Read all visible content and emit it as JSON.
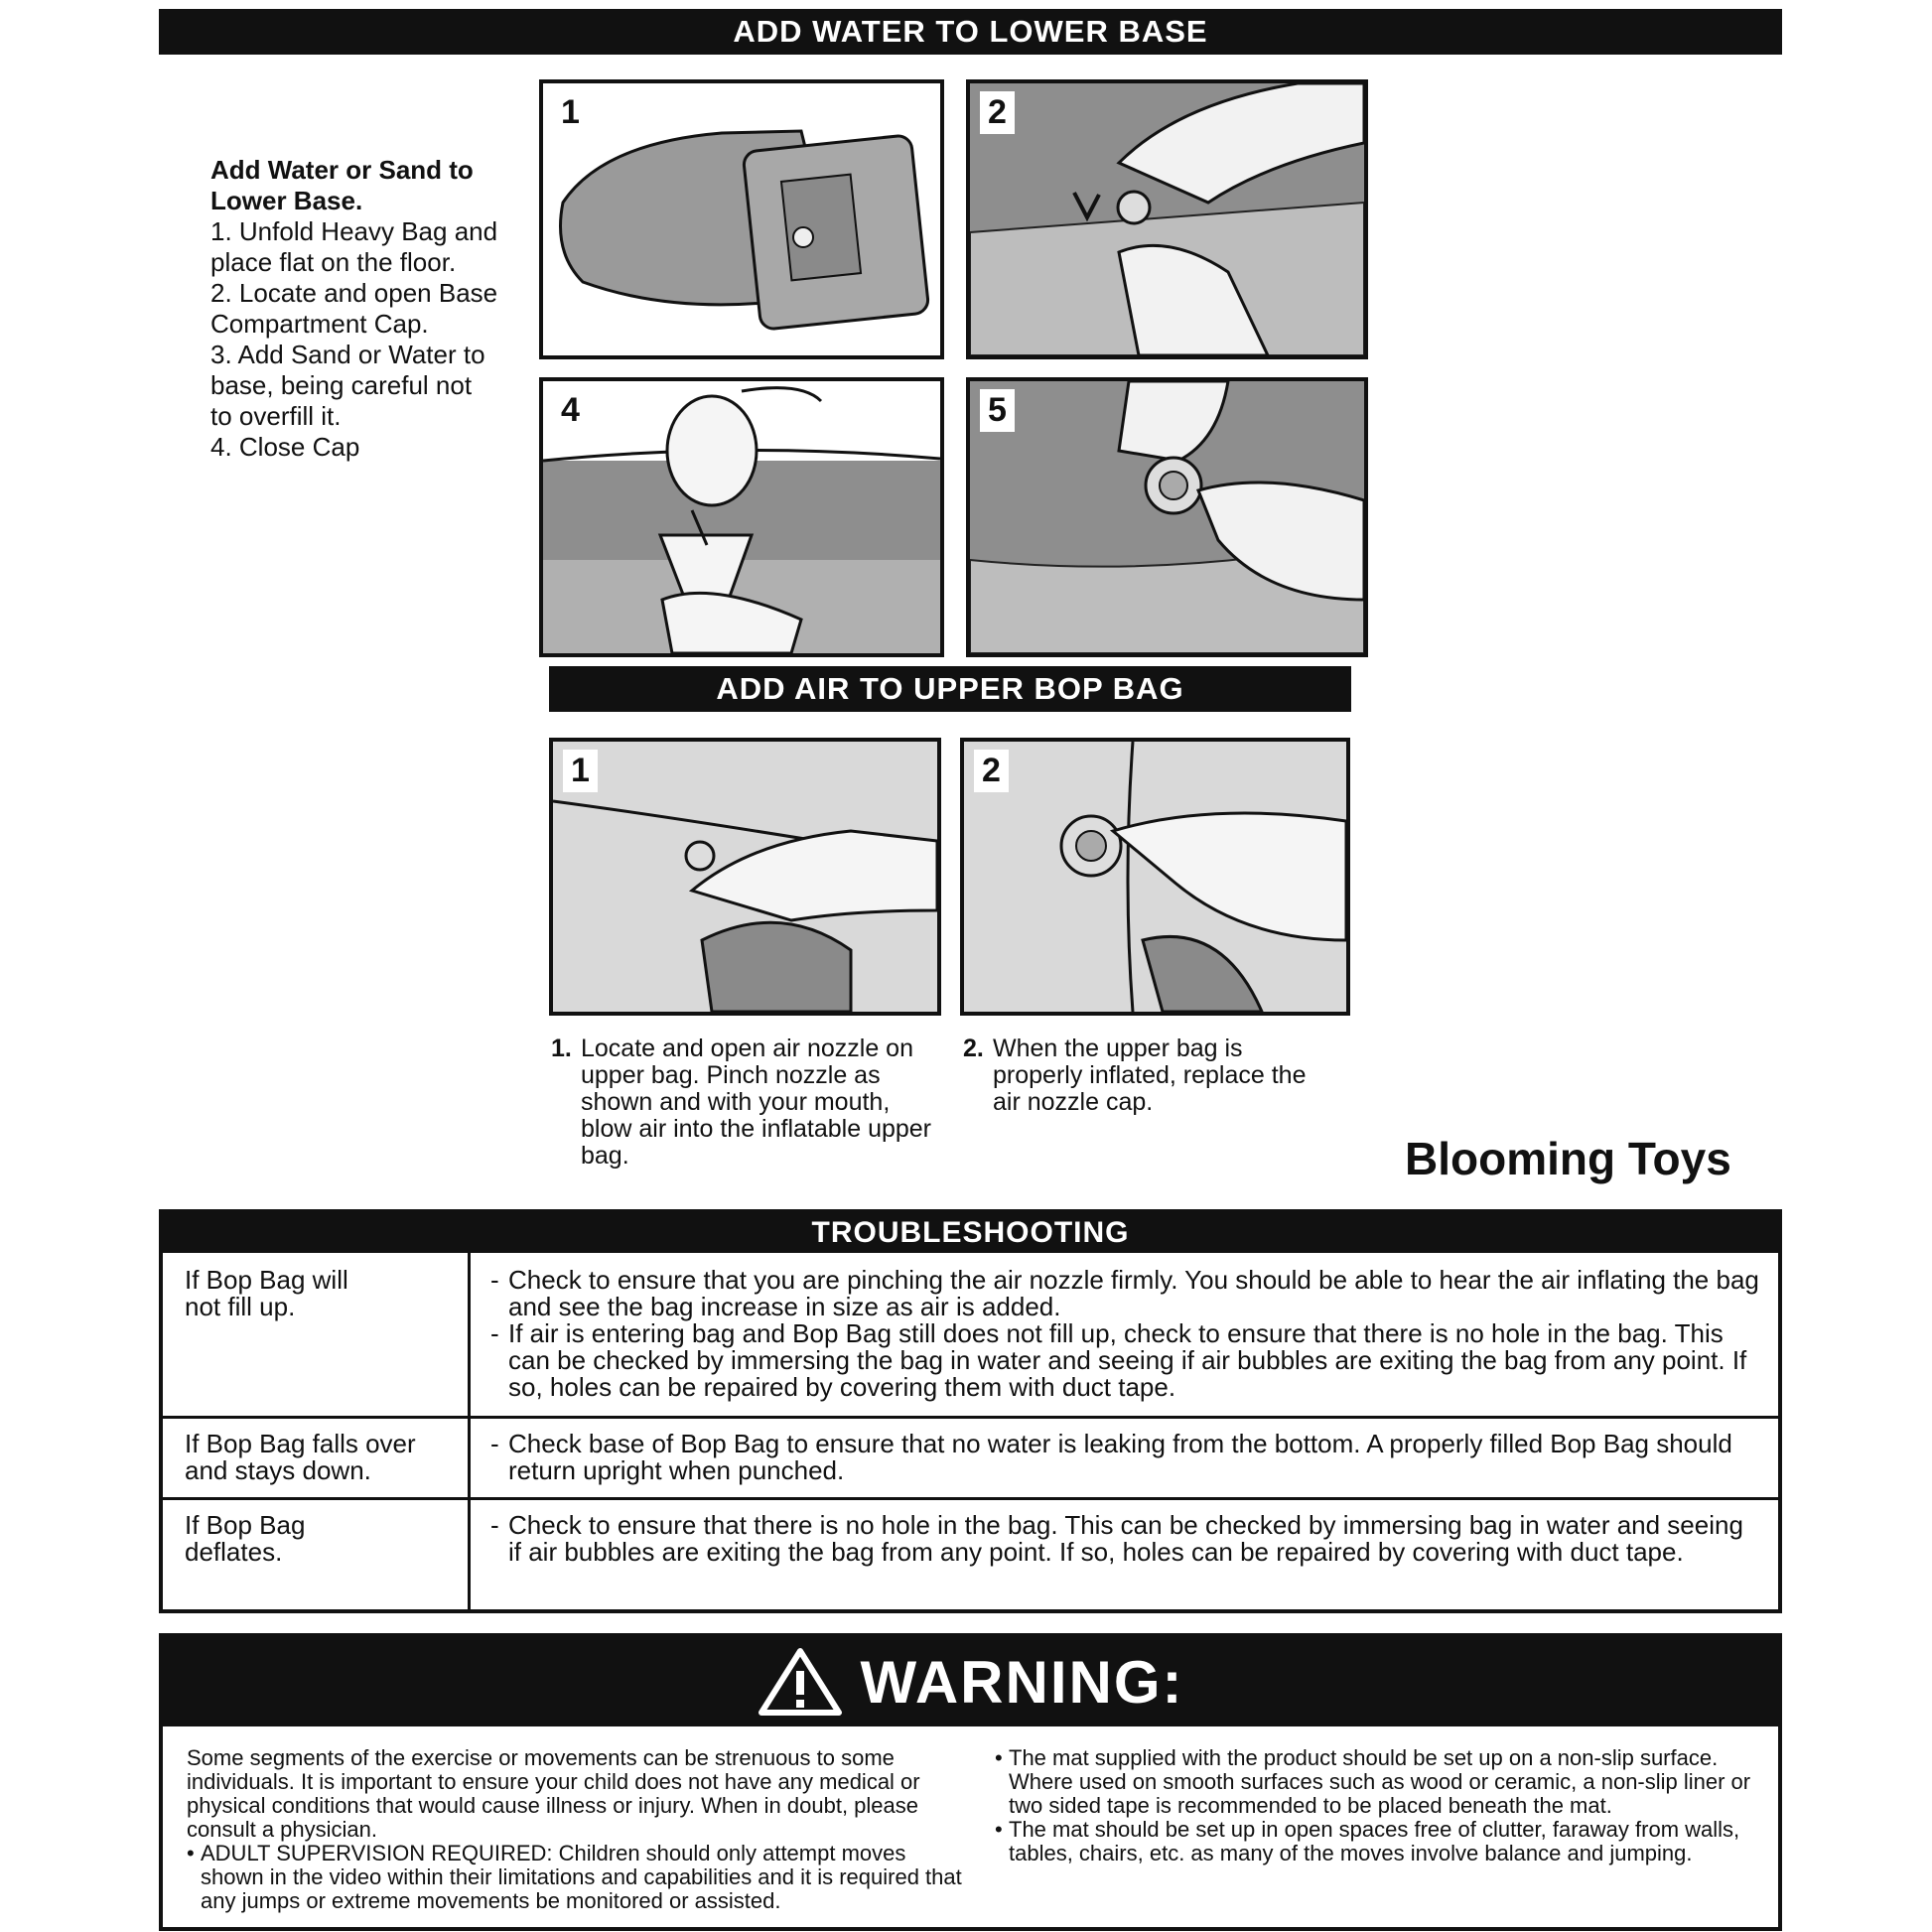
{
  "water_section": {
    "title": "ADD WATER TO LOWER BASE",
    "intro_heading": "Add Water or Sand to Lower Base.",
    "intro_steps": [
      "1. Unfold Heavy Bag and place flat on the floor.",
      "2. Locate and open Base Compartment Cap.",
      "3. Add Sand or Water to base, being careful not to overfill it.",
      "4. Close Cap"
    ],
    "panels": [
      "1",
      "2",
      "4",
      "5"
    ]
  },
  "air_section": {
    "title": "ADD AIR TO UPPER BOP BAG",
    "panels": [
      "1",
      "2"
    ],
    "captions": [
      {
        "num": "1.",
        "text": "Locate and open air nozzle on upper bag. Pinch nozzle as shown and with your mouth, blow air into the inflatable upper bag."
      },
      {
        "num": "2.",
        "text": "When the upper bag is properly inflated, replace the air nozzle cap."
      }
    ]
  },
  "brand": "Blooming Toys",
  "troubleshooting": {
    "title": "TROUBLESHOOTING",
    "rows": [
      {
        "problem": "If Bop Bag will not fill up.",
        "solutions": [
          "Check to ensure that you are pinching the air nozzle firmly. You should be able to hear the air inflating the bag and see the bag increase in size as air is added.",
          "If air is entering bag and Bop Bag still does not fill up, check to ensure that there is no hole in the bag. This can be checked by immersing the bag in water and seeing if air bubbles are exiting the bag from any point. If so, holes can be repaired by covering them with duct tape."
        ]
      },
      {
        "problem": "If Bop Bag falls over and stays down.",
        "solutions": [
          "Check base of Bop Bag to ensure that no water is leaking from the bottom. A properly filled Bop Bag should return upright when punched."
        ]
      },
      {
        "problem": "If Bop Bag deflates.",
        "solutions": [
          "Check to ensure that there is no hole in the bag. This can be checked by immersing bag in water and seeing if air bubbles are exiting the bag from any point. If so, holes can be repaired by covering with duct tape."
        ]
      }
    ]
  },
  "warning": {
    "title": "WARNING:",
    "left_paragraph": "Some segments of the exercise or movements can be strenuous to some individuals. It is important to ensure your child does not have any medical or physical conditions that would cause illness or injury. When in doubt, please consult a physician.",
    "left_bullets": [
      "ADULT SUPERVISION REQUIRED: Children should only attempt moves shown in the video within their limitations and capabilities and it is required that any jumps or extreme movements be monitored or assisted."
    ],
    "right_bullets": [
      "The mat supplied with the product should be set up on a non-slip surface. Where used on smooth surfaces such as wood or ceramic, a non-slip liner or two sided tape is recommended to be placed beneath the mat.",
      "The mat should be set up in open spaces free of clutter, faraway from walls, tables, chairs, etc. as many of the moves involve balance and jumping."
    ]
  }
}
